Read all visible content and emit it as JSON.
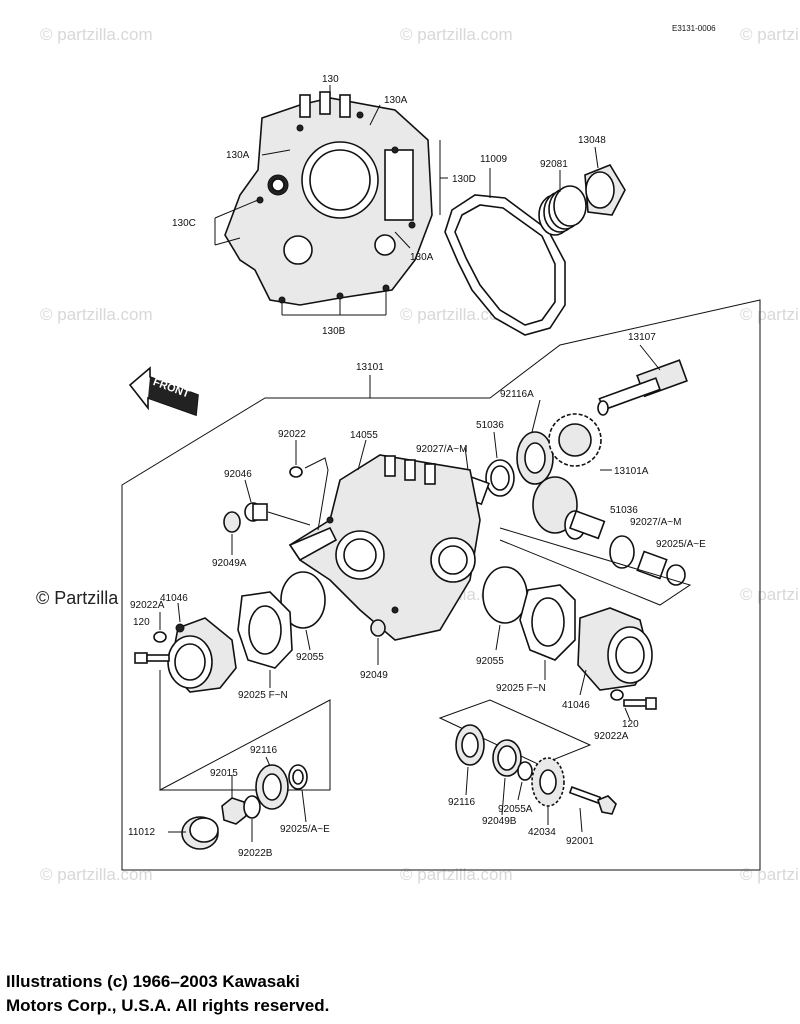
{
  "diagram_code": "E3131-0006",
  "watermark_text": "© partzilla.com",
  "copyright_overlay": "© Partzilla",
  "front_label": "FRONT",
  "footer": {
    "line1": "Illustrations (c) 1966–2003 Kawasaki",
    "line2": "Motors Corp., U.S.A.  All rights reserved."
  },
  "labels": {
    "p130": "130",
    "p130A_1": "130A",
    "p130A_2": "130A",
    "p130A_3": "130A",
    "p130B": "130B",
    "p130C": "130C",
    "p130D": "130D",
    "p11009": "11009",
    "p92081": "92081",
    "p13048": "13048",
    "p13107": "13107",
    "p13101": "13101",
    "p92116A": "92116A",
    "p51036_1": "51036",
    "p92022": "92022",
    "p14055": "14055",
    "p92027_1": "92027/A~M",
    "p13101A": "13101A",
    "p92046": "92046",
    "p51036_2": "51036",
    "p92027_2": "92027/A~M",
    "p92025_AE_1": "92025/A~E",
    "p92049A": "92049A",
    "p41046_1": "41046",
    "p92022A_1": "92022A",
    "p120_1": "120",
    "p92055_1": "92055",
    "p92055_2": "92055",
    "p92049": "92049",
    "p92025FN_1": "92025 F~N",
    "p92025FN_2": "92025 F~N",
    "p41046_2": "41046",
    "p120_2": "120",
    "p92022A_2": "92022A",
    "p92116_1": "92116",
    "p92015": "92015",
    "p92025_AE_2": "92025/A~E",
    "p11012": "11012",
    "p92022B": "92022B",
    "p92116_2": "92116",
    "p92055A": "92055A",
    "p92049B": "92049B",
    "p42034": "42034",
    "p92001": "92001"
  }
}
